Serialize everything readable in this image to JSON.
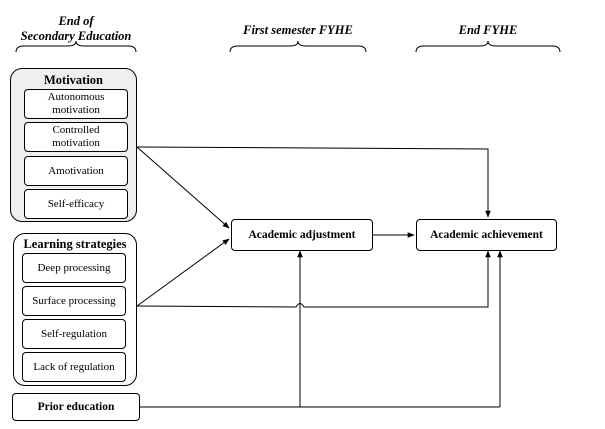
{
  "phases": {
    "end_secondary": "End of\nSecondary Education",
    "first_semester": "First semester FYHE",
    "end_fyhe": "End FYHE"
  },
  "motivation": {
    "title": "Motivation",
    "items": [
      "Autonomous motivation",
      "Controlled motivation",
      "Amotivation",
      "Self-efficacy"
    ]
  },
  "learning_strategies": {
    "title": "Learning strategies",
    "items": [
      "Deep processing",
      "Surface processing",
      "Self-regulation",
      "Lack of regulation"
    ]
  },
  "boxes": {
    "prior_education": "Prior education",
    "academic_adjustment": "Academic adjustment",
    "academic_achievement": "Academic achievement"
  }
}
